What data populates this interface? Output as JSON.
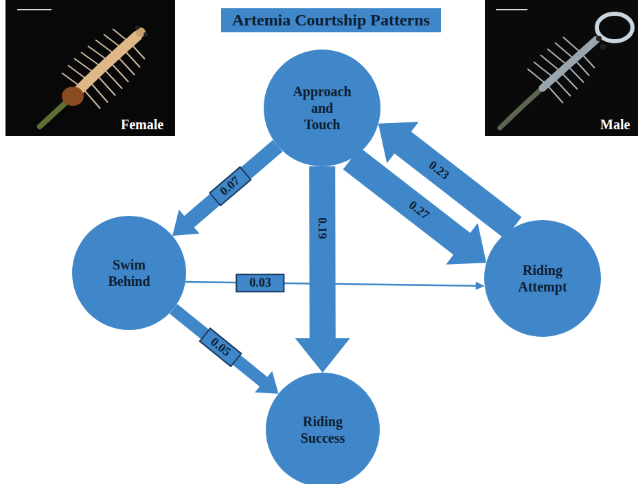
{
  "diagram": {
    "title": "Artemia Courtship Patterns",
    "nodes": [
      {
        "text": [
          "Approach and Touch"
        ]
      },
      {
        "text": [
          "Swim Behind"
        ]
      },
      {
        "text": [
          "Riding Attempt"
        ]
      },
      {
        "text": [
          "Riding Success"
        ]
      }
    ],
    "edges": [
      {
        "from": 0,
        "to": 1,
        "arrow": "to",
        "label": "0.07"
      },
      {
        "from": 0,
        "to": 3,
        "arrow": "to",
        "label": "0.19"
      },
      {
        "from": 2,
        "to": 0,
        "arrow": "to",
        "label": "0.23"
      },
      {
        "from": 0,
        "to": 2,
        "arrow": "to",
        "label": "0.27"
      },
      {
        "from": 1,
        "to": 2,
        "arrow": "to",
        "label": "0.03"
      },
      {
        "from": 1,
        "to": 3,
        "arrow": "to",
        "label": "0.05"
      }
    ],
    "labels": [
      "Female",
      "Male"
    ]
  }
}
